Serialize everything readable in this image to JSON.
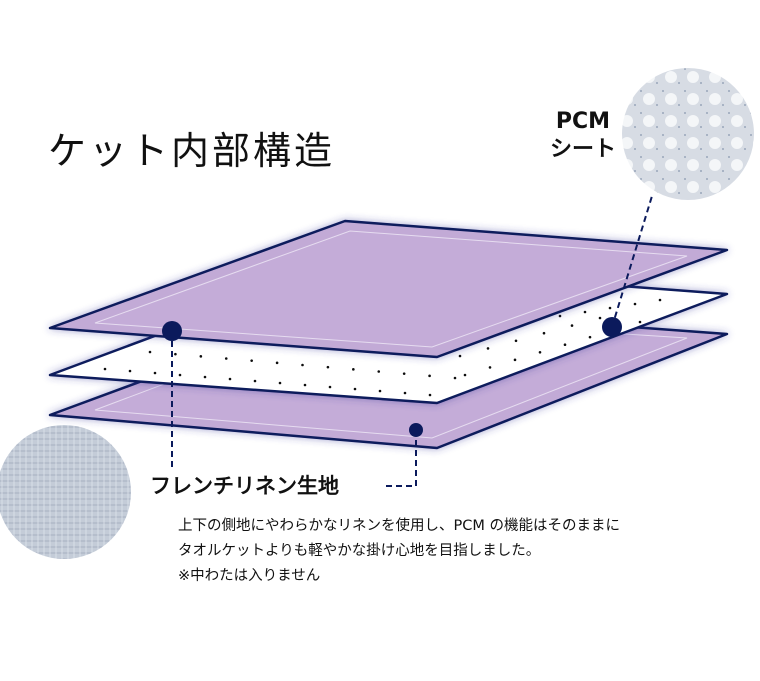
{
  "title": "ケット内部構造",
  "pcm_label": {
    "line1": "PCM",
    "line2": "シート"
  },
  "linen_label": "フレンチリネン生地",
  "description": [
    "上下の側地にやわらかなリネンを使用し、PCM の機能はそのままに",
    "タオルケットよりも軽やかな掛け心地を目指しました。",
    "※中わたは入りません"
  ],
  "colors": {
    "sheet_fill": "#c2aad6",
    "outline": "#0b1a5c",
    "accent_dot": "#0b1a5c"
  }
}
